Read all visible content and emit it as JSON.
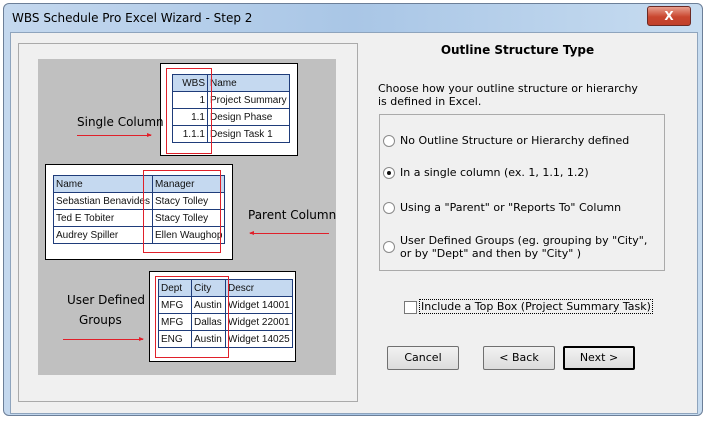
{
  "window": {
    "title": "WBS Schedule Pro Excel Wizard - Step 2",
    "close": "X"
  },
  "illustration": {
    "single_column": {
      "label": "Single Column",
      "headers": [
        "WBS",
        "Name"
      ],
      "rows": [
        [
          "1",
          "Project Summary"
        ],
        [
          "1.1",
          "Design Phase"
        ],
        [
          "1.1.1",
          "Design Task 1"
        ]
      ]
    },
    "parent_column": {
      "label": "Parent Column",
      "headers": [
        "Name",
        "Manager"
      ],
      "rows": [
        [
          "Sebastian Benavides",
          "Stacy Tolley"
        ],
        [
          "Ted E Tobiter",
          "Stacy Tolley"
        ],
        [
          "Audrey Spiller",
          "Ellen Waughop"
        ]
      ]
    },
    "user_groups": {
      "label_line1": "User Defined",
      "label_line2": "Groups",
      "headers": [
        "Dept",
        "City",
        "Descr"
      ],
      "rows": [
        [
          "MFG",
          "Austin",
          "Widget 14001"
        ],
        [
          "MFG",
          "Dallas",
          "Widget 22001"
        ],
        [
          "ENG",
          "Austin",
          "Widget 14025"
        ]
      ]
    }
  },
  "main": {
    "heading": "Outline Structure Type",
    "description": "Choose how your outline structure or hierarchy  is defined in Excel.",
    "options": [
      {
        "label": "No Outline Structure or Hierarchy defined",
        "selected": false
      },
      {
        "label": "In a single column (ex. 1, 1.1, 1.2)",
        "selected": true
      },
      {
        "label": "Using a \"Parent\" or \"Reports To\" Column",
        "selected": false
      },
      {
        "label": "User Defined Groups (eg. grouping by \"City\", or by \"Dept\" and then by \"City\" )",
        "selected": false
      }
    ],
    "top_box": {
      "label": "Include a Top Box (Project Summary Task)",
      "checked": false
    },
    "buttons": {
      "cancel": "Cancel",
      "back": "< Back",
      "next": "Next >"
    }
  }
}
